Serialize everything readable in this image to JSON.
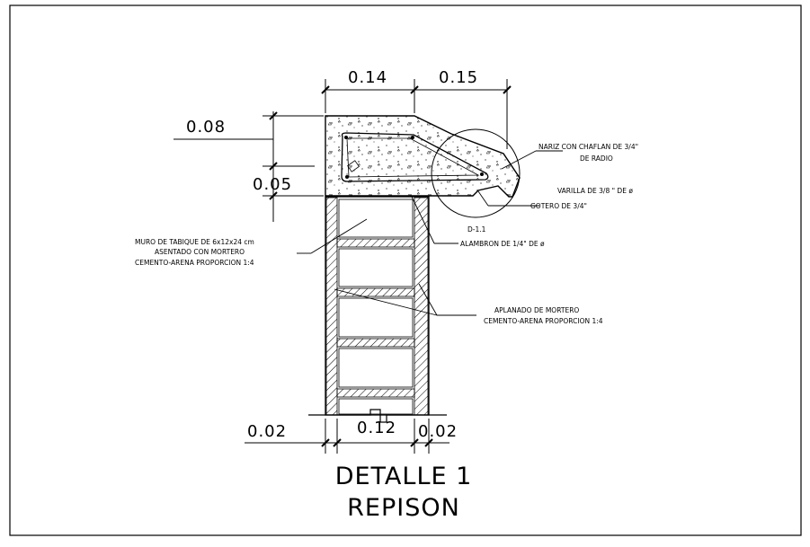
{
  "drawing": {
    "title_line1": "DETALLE 1",
    "title_line2": "REPISON",
    "ink_color": "#000000",
    "paper_color": "#ffffff"
  },
  "dimensions": {
    "top_left": "0.14",
    "top_right": "0.15",
    "side_upper": "0.08",
    "side_lower": "0.05",
    "bottom_left": "0.02",
    "bottom_center": "0.12",
    "bottom_right": "0.02"
  },
  "annotations": {
    "nariz_line1": "NARIZ CON CHAFLAN DE 3/4\"",
    "nariz_line2": "DE RADIO",
    "varilla": "VARILLA DE 3/8 \" DE ø",
    "gotero": "GOTERO DE 3/4\"",
    "detail_ref": "D-1.1",
    "alambron": "ALAMBRON DE 1/4\" DE ø",
    "muro_line1": "MURO DE TABIQUE DE 6x12x24 cm",
    "muro_line2": "ASENTADO CON MORTERO",
    "muro_line3": "CEMENTO-ARENA PROPORCION 1:4",
    "aplanado_line1": "APLANADO DE MORTERO",
    "aplanado_line2": "CEMENTO-ARENA PROPORCION 1:4"
  }
}
